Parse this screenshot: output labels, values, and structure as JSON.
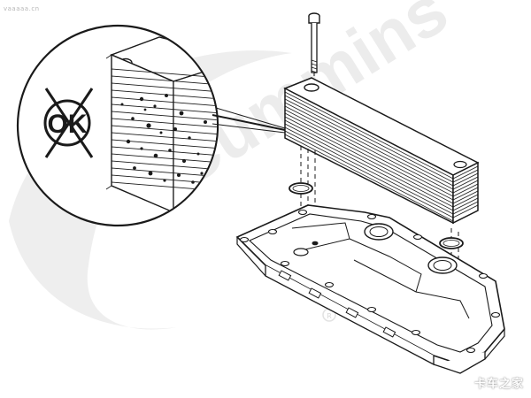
{
  "image": {
    "top_left_mark": "vaaaaa.cn",
    "corner_watermark": "卡车之家",
    "background_watermark": "Cummins",
    "callout_text": "OK",
    "callout_symbol": "prohibition-check-icon",
    "colors": {
      "line": "#1a1a1a",
      "watermark": "#e9e9e9",
      "background": "#ffffff"
    }
  }
}
